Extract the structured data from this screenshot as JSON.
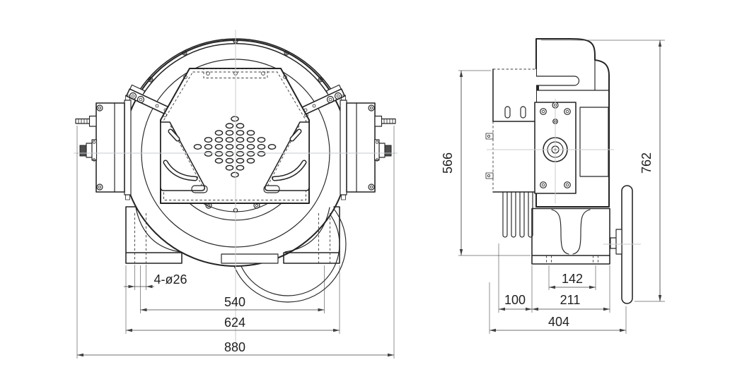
{
  "drawing": {
    "paper": "#ffffff",
    "ink": "#242424",
    "ink_light": "#3a3a3a",
    "centerline": "#c8cbce",
    "dim": "#3f3f3f"
  },
  "front_view": {
    "vent_hole_rows": [
      1,
      2,
      4,
      6,
      8,
      6,
      4,
      2,
      1
    ],
    "dims": {
      "foot_holes": "4-ø26",
      "slot_centers": "540",
      "feet_outer": "624",
      "overall_width": "880"
    }
  },
  "side_view": {
    "dims": {
      "frame_height": "566",
      "overall_height": "762",
      "foot_slots": "142",
      "box_depth": "100",
      "base_depth": "211",
      "overall_depth": "404"
    }
  }
}
